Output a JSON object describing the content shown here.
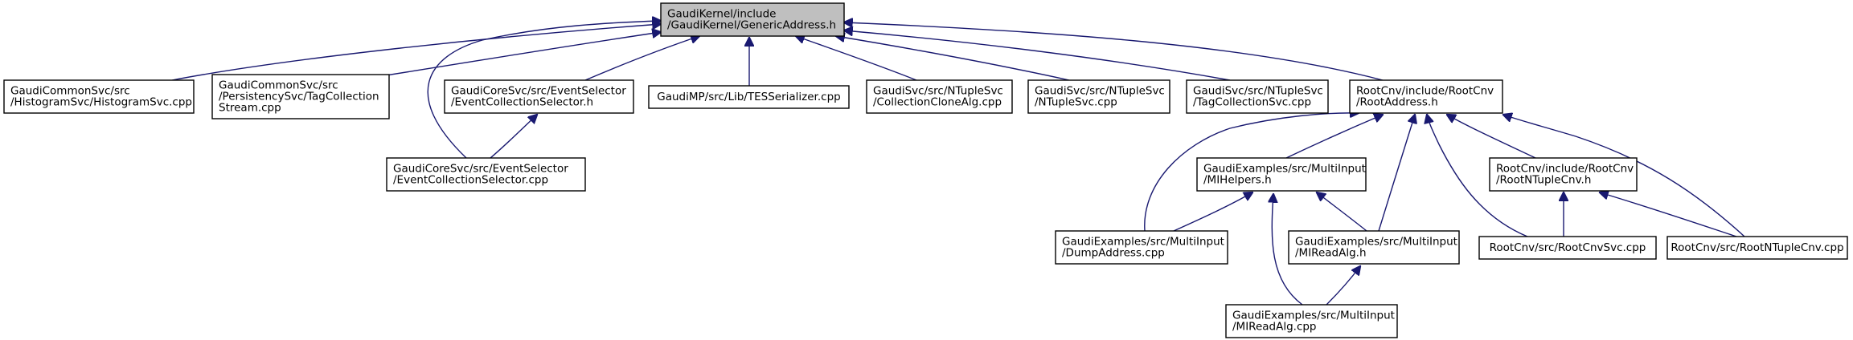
{
  "graph": {
    "nodes": [
      {
        "id": "root",
        "lines": [
          "GaudiKernel/include",
          "/GaudiKernel/GenericAddress.h"
        ],
        "highlighted": true
      },
      {
        "id": "histogram_svc",
        "lines": [
          "GaudiCommonSvc/src",
          "/HistogramSvc/HistogramSvc.cpp"
        ]
      },
      {
        "id": "tag_collection_stream",
        "lines": [
          "GaudiCommonSvc/src",
          "/PersistencySvc/TagCollection",
          "Stream.cpp"
        ]
      },
      {
        "id": "event_collection_selector_h",
        "lines": [
          "GaudiCoreSvc/src/EventSelector",
          "/EventCollectionSelector.h"
        ]
      },
      {
        "id": "tes_serializer",
        "lines": [
          "GaudiMP/src/Lib/TESSerializer.cpp"
        ]
      },
      {
        "id": "collection_clone_alg",
        "lines": [
          "GaudiSvc/src/NTupleSvc",
          "/CollectionCloneAlg.cpp"
        ]
      },
      {
        "id": "ntuple_svc",
        "lines": [
          "GaudiSvc/src/NTupleSvc",
          "/NTupleSvc.cpp"
        ]
      },
      {
        "id": "tag_collection_svc",
        "lines": [
          "GaudiSvc/src/NTupleSvc",
          "/TagCollectionSvc.cpp"
        ]
      },
      {
        "id": "root_address_h",
        "lines": [
          "RootCnv/include/RootCnv",
          "/RootAddress.h"
        ]
      },
      {
        "id": "event_collection_selector_cpp",
        "lines": [
          "GaudiCoreSvc/src/EventSelector",
          "/EventCollectionSelector.cpp"
        ]
      },
      {
        "id": "mi_helpers_h",
        "lines": [
          "GaudiExamples/src/MultiInput",
          "/MIHelpers.h"
        ]
      },
      {
        "id": "root_ntuple_cnv_h",
        "lines": [
          "RootCnv/include/RootCnv",
          "/RootNTupleCnv.h"
        ]
      },
      {
        "id": "dump_address",
        "lines": [
          "GaudiExamples/src/MultiInput",
          "/DumpAddress.cpp"
        ]
      },
      {
        "id": "mi_read_alg_h",
        "lines": [
          "GaudiExamples/src/MultiInput",
          "/MIReadAlg.h"
        ]
      },
      {
        "id": "root_cnv_svc",
        "lines": [
          "RootCnv/src/RootCnvSvc.cpp"
        ]
      },
      {
        "id": "root_ntuple_cnv_cpp",
        "lines": [
          "RootCnv/src/RootNTupleCnv.cpp"
        ]
      },
      {
        "id": "mi_read_alg_cpp",
        "lines": [
          "GaudiExamples/src/MultiInput",
          "/MIReadAlg.cpp"
        ]
      }
    ],
    "edges": [
      {
        "from": "histogram_svc",
        "to": "root"
      },
      {
        "from": "tag_collection_stream",
        "to": "root"
      },
      {
        "from": "event_collection_selector_h",
        "to": "root"
      },
      {
        "from": "tes_serializer",
        "to": "root"
      },
      {
        "from": "collection_clone_alg",
        "to": "root"
      },
      {
        "from": "ntuple_svc",
        "to": "root"
      },
      {
        "from": "tag_collection_svc",
        "to": "root"
      },
      {
        "from": "root_address_h",
        "to": "root"
      },
      {
        "from": "event_collection_selector_cpp",
        "to": "root"
      },
      {
        "from": "event_collection_selector_cpp",
        "to": "event_collection_selector_h"
      },
      {
        "from": "dump_address",
        "to": "root_address_h"
      },
      {
        "from": "mi_helpers_h",
        "to": "root_address_h"
      },
      {
        "from": "mi_read_alg_h",
        "to": "root_address_h"
      },
      {
        "from": "root_ntuple_cnv_h",
        "to": "root_address_h"
      },
      {
        "from": "root_cnv_svc",
        "to": "root_address_h"
      },
      {
        "from": "root_ntuple_cnv_cpp",
        "to": "root_address_h"
      },
      {
        "from": "dump_address",
        "to": "mi_helpers_h"
      },
      {
        "from": "mi_read_alg_h",
        "to": "mi_helpers_h"
      },
      {
        "from": "mi_read_alg_cpp",
        "to": "mi_helpers_h"
      },
      {
        "from": "mi_read_alg_cpp",
        "to": "mi_read_alg_h"
      },
      {
        "from": "root_cnv_svc",
        "to": "root_ntuple_cnv_h"
      },
      {
        "from": "root_ntuple_cnv_cpp",
        "to": "root_ntuple_cnv_h"
      }
    ],
    "colors": {
      "edge": "#191970",
      "root_fill": "#bfbfbf",
      "node_fill": "#ffffff",
      "border": "#000000"
    }
  }
}
